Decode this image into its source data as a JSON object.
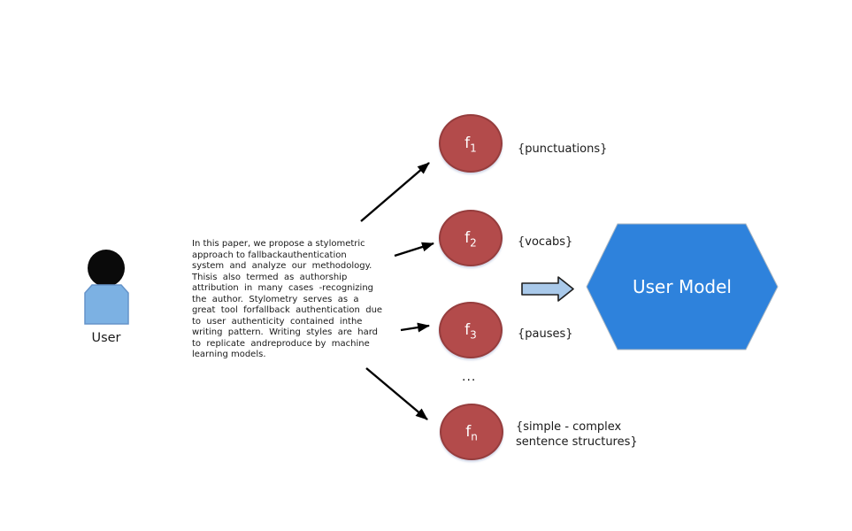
{
  "diagram": {
    "user": {
      "label": "User"
    },
    "paragraph": "In this paper, we propose a stylometric\napproach to fallbackauthentication\nsystem  and  analyze  our  methodology.\nThisis  also  termed  as  authorship\nattribution  in  many  cases  -recognizing\nthe  author.  Stylometry  serves  as  a\ngreat  tool  forfallback  authentication  due\nto  user  authenticity  contained  inthe\nwriting  pattern.  Writing  styles  are  hard\nto  replicate  andreproduce by  machine\nlearning models.",
    "features": [
      {
        "base": "f",
        "sub": "1",
        "label": "{punctuations}"
      },
      {
        "base": "f",
        "sub": "2",
        "label": "{vocabs}"
      },
      {
        "base": "f",
        "sub": "3",
        "label": "{pauses}"
      },
      {
        "base": "f",
        "sub": "n",
        "label": "{simple - complex\nsentence structures}"
      }
    ],
    "ellipsis": "...",
    "user_model": {
      "label": "User Model"
    },
    "colors": {
      "feature_fill": "#b34b4b",
      "feature_border": "#963d3d",
      "feature_text": "#ffffff",
      "hexagon_fill": "#2e82dc",
      "hexagon_border": "#a9b6c2",
      "hexagon_text": "#ffffff",
      "block_arrow_fill": "#a9c9ea",
      "block_arrow_border": "#1f1f1f",
      "user_head_fill": "#0a0a0a",
      "user_body_fill": "#7cb1e3",
      "user_body_border": "#6593c9",
      "arrow_color": "#000000",
      "text_color": "#1a1a1a"
    }
  }
}
